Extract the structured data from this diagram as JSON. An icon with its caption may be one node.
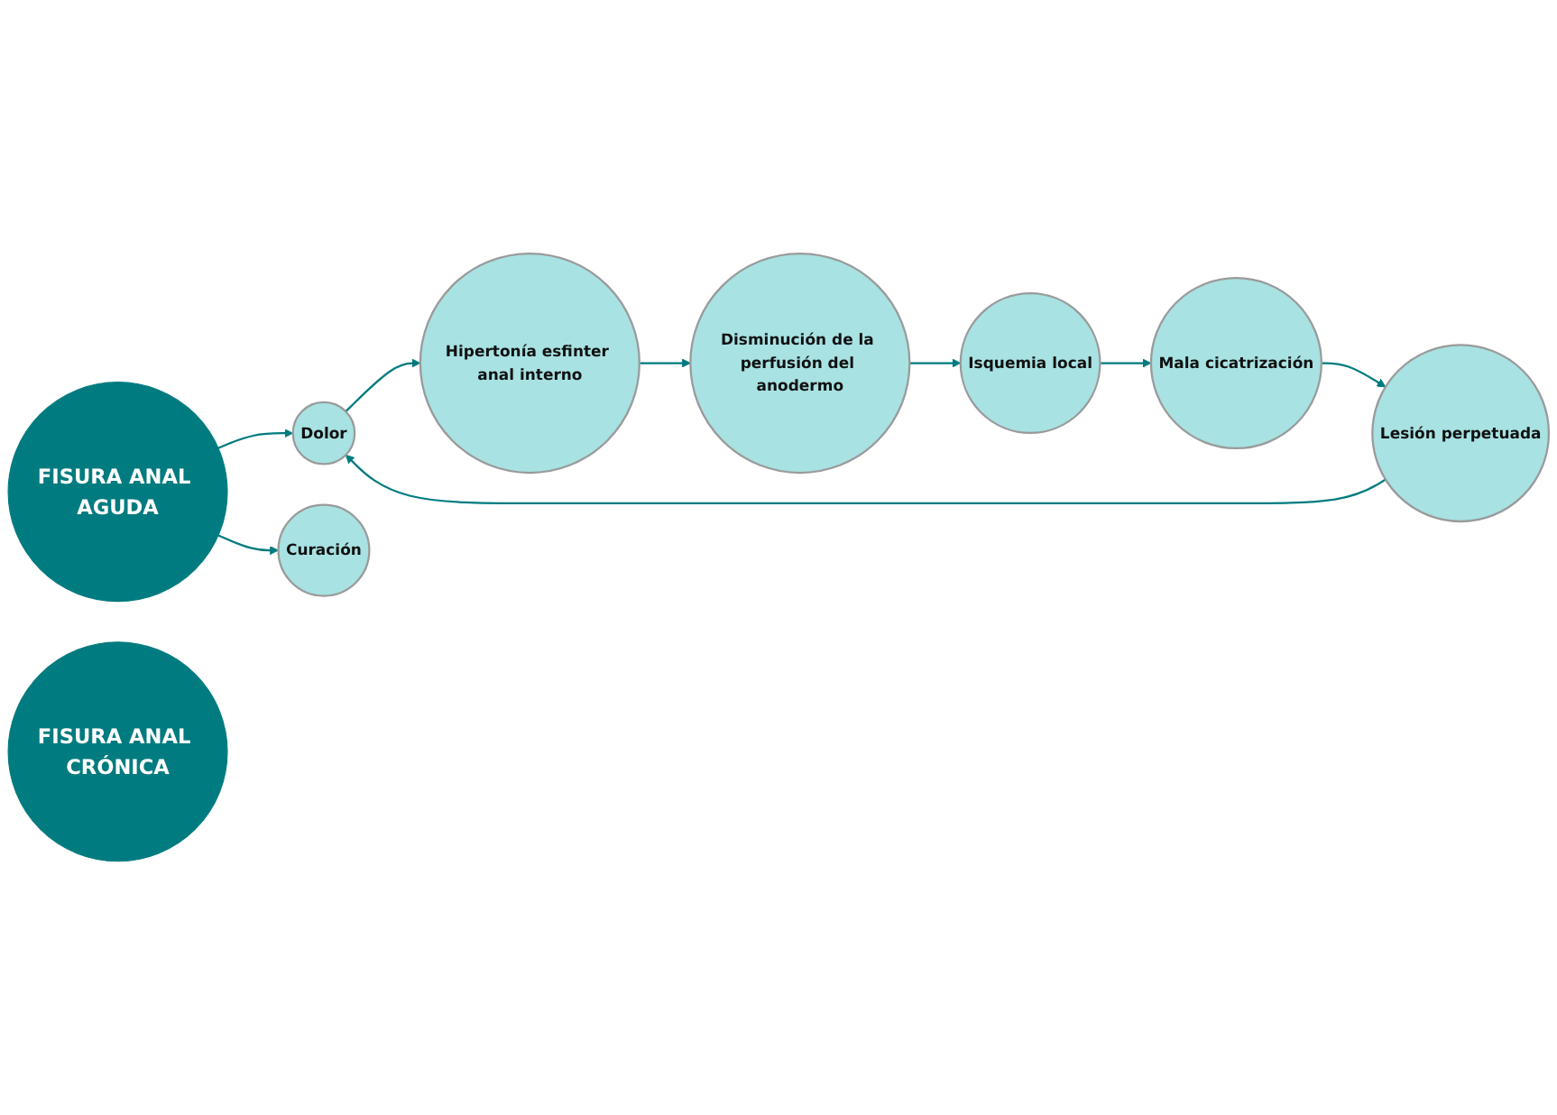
{
  "diagram": {
    "nodes": [
      {
        "text": [
          "FISURA ANAL AGUDA"
        ]
      },
      {
        "text": [
          "Dolor"
        ]
      },
      {
        "text": [
          "Hipertonía esfinter anal interno"
        ]
      },
      {
        "text": [
          "Disminución de la perfusión del anodermo"
        ]
      },
      {
        "text": [
          "Isquemia local"
        ]
      },
      {
        "text": [
          "Mala cicatrización"
        ]
      },
      {
        "text": [
          "Lesión perpetuada"
        ]
      },
      {
        "text": [
          "Curación"
        ]
      },
      {
        "text": [
          "FISURA ANAL CRÓNICA"
        ]
      }
    ],
    "edges": [
      {
        "from": 0,
        "to": 1,
        "arrow": "to"
      },
      {
        "from": 0,
        "to": 7,
        "arrow": "to"
      },
      {
        "from": 1,
        "to": 2,
        "arrow": "to"
      },
      {
        "from": 2,
        "to": 3,
        "arrow": "to"
      },
      {
        "from": 3,
        "to": 4,
        "arrow": "to"
      },
      {
        "from": 4,
        "to": 5,
        "arrow": "to"
      },
      {
        "from": 5,
        "to": 6,
        "arrow": "to"
      },
      {
        "from": 6,
        "to": 1,
        "arrow": "to"
      }
    ]
  }
}
